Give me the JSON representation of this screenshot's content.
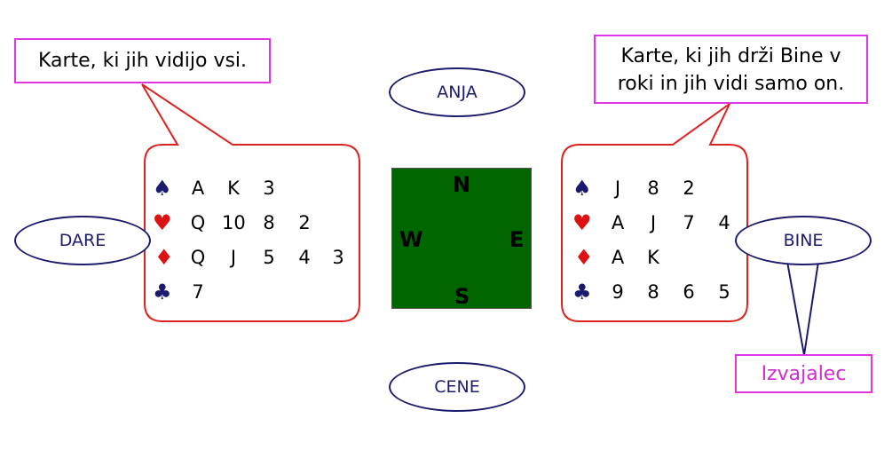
{
  "callouts": {
    "left": "Karte, ki jih vidijo vsi.",
    "right_line1": "Karte, ki jih drži Bine v",
    "right_line2": "roki in jih vidi samo on."
  },
  "players": {
    "north": "ANJA",
    "west": "DARE",
    "east": "BINE",
    "south": "CENE"
  },
  "table": {
    "n": "N",
    "s": "S",
    "w": "W",
    "e": "E"
  },
  "declarer_label": "Izvajalec",
  "colors": {
    "table": "#006600",
    "callout_border": "#e036e0",
    "bubble_border": "#dd2222",
    "player_border": "#1b1b6e"
  },
  "suits": {
    "spade": "♠",
    "heart": "♥",
    "diamond": "♦",
    "club": "♣"
  },
  "hands": {
    "west": {
      "spades": [
        "A",
        "K",
        "3"
      ],
      "hearts": [
        "Q",
        "10",
        "8",
        "2"
      ],
      "diamonds": [
        "Q",
        "J",
        "5",
        "4",
        "3"
      ],
      "clubs": [
        "7"
      ]
    },
    "east": {
      "spades": [
        "J",
        "8",
        "2"
      ],
      "hearts": [
        "A",
        "J",
        "7",
        "4"
      ],
      "diamonds": [
        "A",
        "K"
      ],
      "clubs": [
        "9",
        "8",
        "6",
        "5"
      ]
    }
  }
}
